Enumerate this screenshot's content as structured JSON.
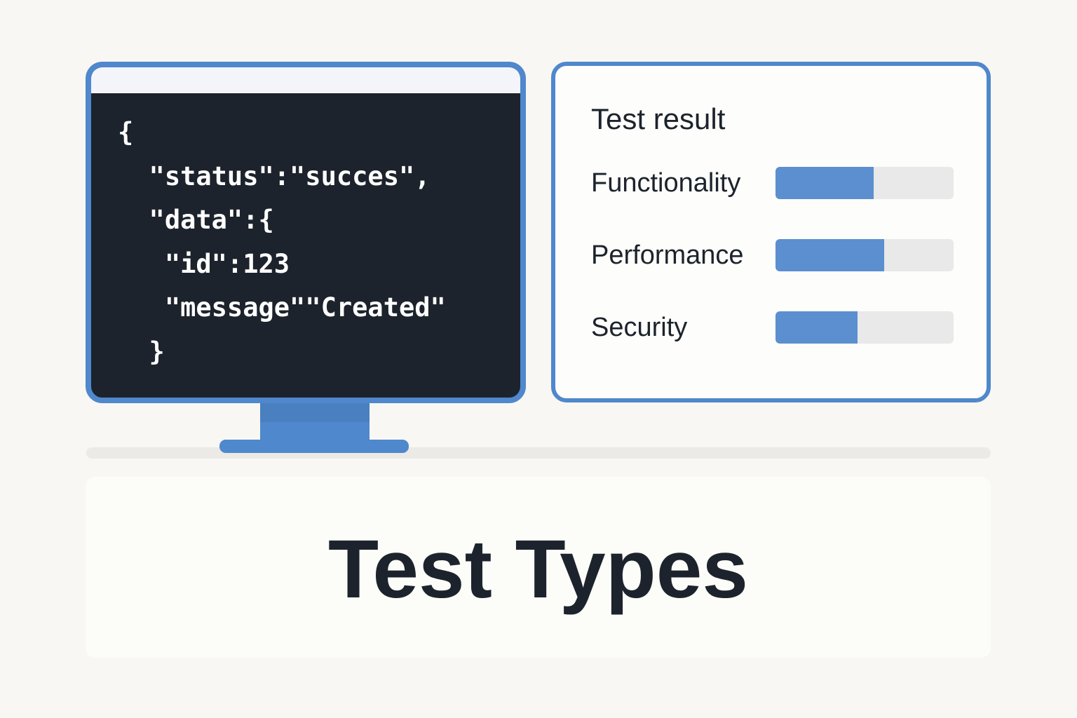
{
  "code": {
    "lines": [
      "{",
      "  \"status\":\"succes\",",
      "  \"data\":{",
      "   \"id\":123",
      "   \"message\"\"Created\"",
      "  }"
    ]
  },
  "results": {
    "title": "Test result",
    "metrics": [
      {
        "label": "Functionality",
        "fraction": 0.55
      },
      {
        "label": "Performance",
        "fraction": 0.61
      },
      {
        "label": "Security",
        "fraction": 0.46
      }
    ]
  },
  "caption": {
    "title": "Test Types"
  },
  "colors": {
    "accent": "#4f88cc",
    "bar_fill": "#5b8fd0",
    "bar_track": "#e8e9e8",
    "screen": "#1d232c",
    "text": "#1c232c",
    "background": "#f8f7f3"
  }
}
